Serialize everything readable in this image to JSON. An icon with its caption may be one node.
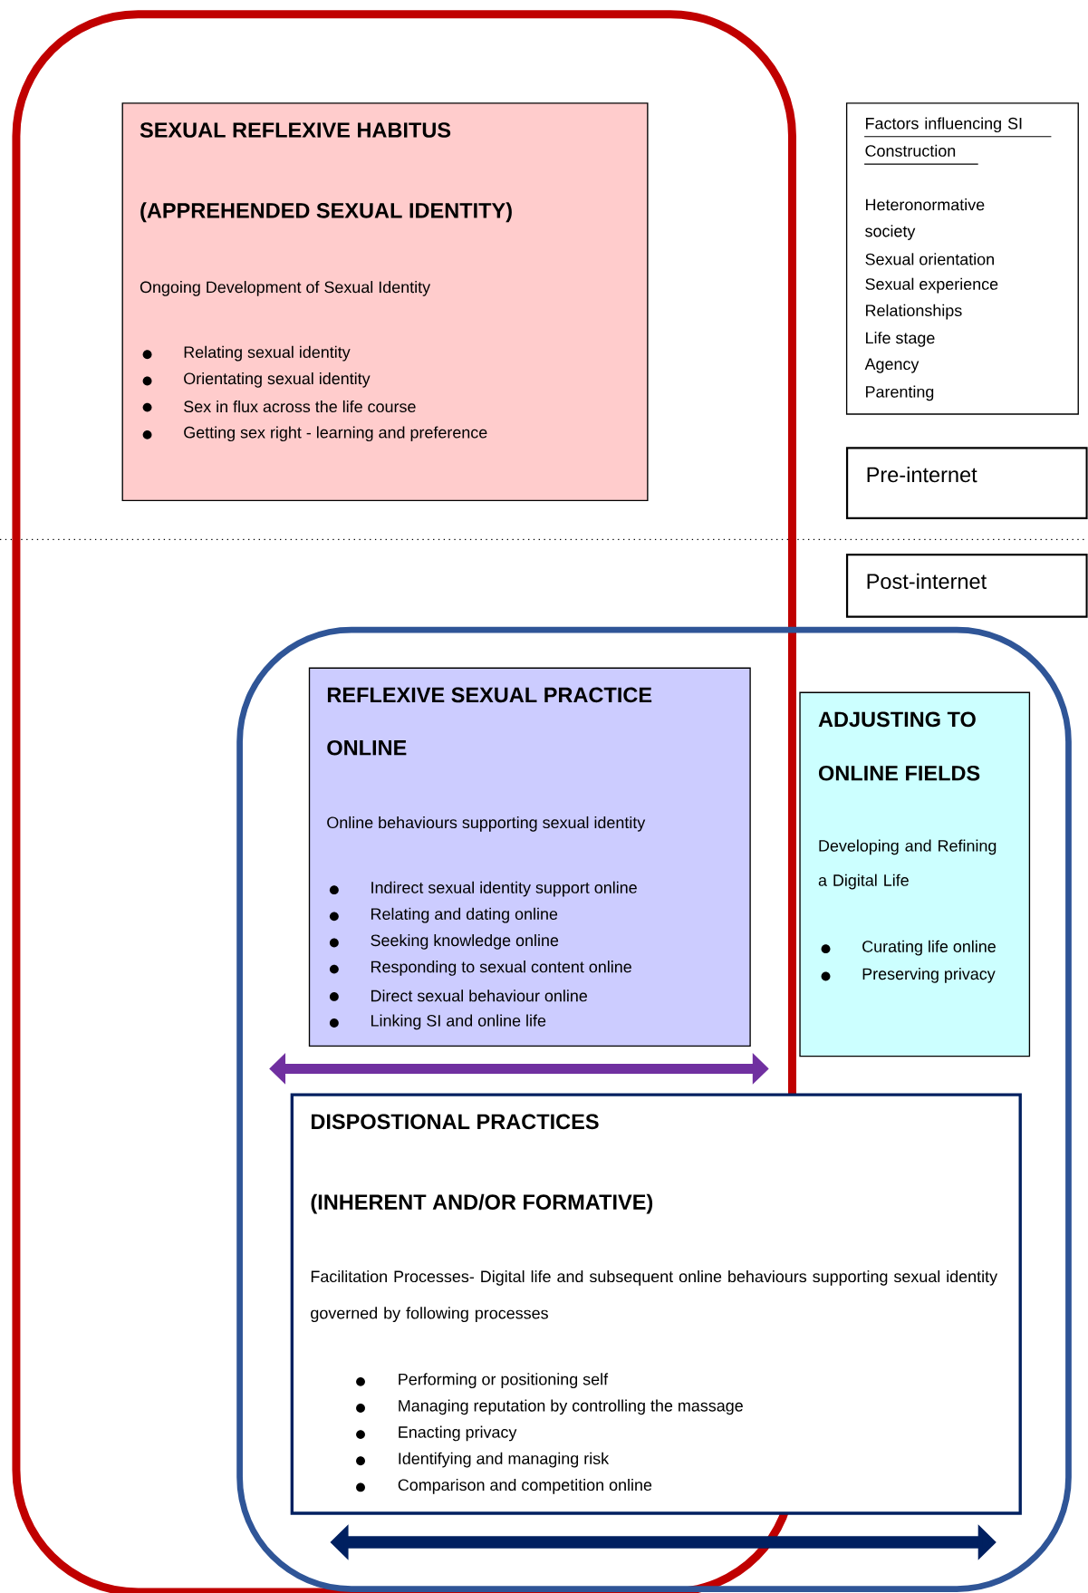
{
  "diagram": {
    "nodes": [
      {
        "text": [],
        "shape": "box"
      },
      {
        "text": [
          "SEXUAL REFLEXIVE HABITUS",
          "(APPREHENDED SEXUAL IDENTITY)",
          "Ongoing Development of Sexual Identity",
          "Relating sexual identity",
          "Orientating sexual identity",
          "Sex in flux across the life course",
          "Getting sex right - learning and preference"
        ],
        "in": 0
      },
      {
        "text": [
          "Factors influencing SI Construction",
          "Heteronormative society",
          "Sexual orientation",
          "Sexual experience",
          "Relationships",
          "Life stage",
          "Agency",
          "Parenting"
        ]
      },
      {
        "text": [
          "Pre-internet"
        ]
      },
      {
        "text": [
          "Post-internet"
        ]
      },
      {
        "text": [],
        "shape": "box"
      },
      {
        "text": [
          "REFLEXIVE SEXUAL PRACTICE",
          "ONLINE",
          "Online behaviours supporting sexual identity",
          "Indirect sexual identity support online",
          "Relating and dating online",
          "Seeking knowledge online",
          "Responding to sexual content online",
          "Direct sexual behaviour online",
          "Linking SI and online life"
        ]
      },
      {
        "text": [
          "ADJUSTING TO",
          "ONLINE FIELDS",
          "Developing and Refining a Digital Life",
          "Curating life online",
          "Preserving privacy"
        ],
        "in": 5
      },
      {
        "text": [
          "DISPOSTIONAL PRACTICES",
          "(INHERENT AND/OR FORMATIVE)",
          "Facilitation Processes- Digital life and subsequent online behaviours supporting sexual identity governed by following processes",
          "Performing or positioning self",
          "Managing reputation by controlling the massage",
          "Enacting privacy",
          "Identifying and managing risk",
          "Comparison and competition online"
        ],
        "in": 5
      }
    ]
  }
}
